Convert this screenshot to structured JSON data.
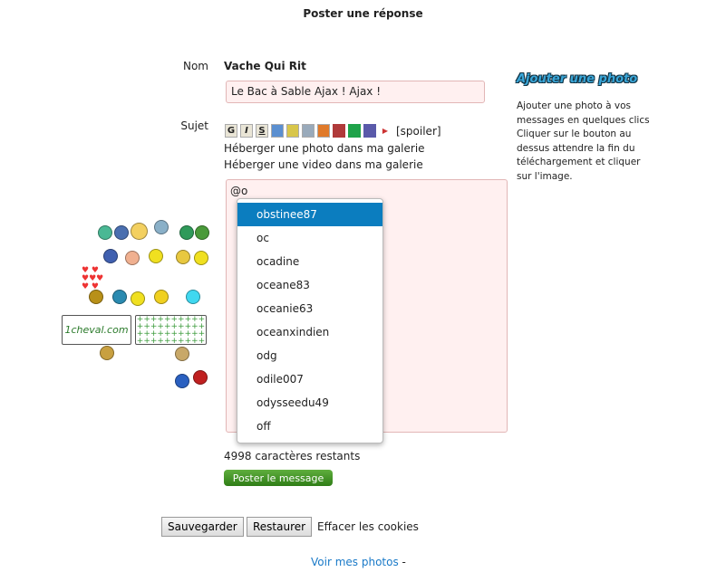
{
  "title": "Poster une réponse",
  "form": {
    "name_label": "Nom",
    "name_value": "Vache Qui Rit",
    "subject_value": "Le Bac à Sable Ajax ! Ajax !",
    "subject_label": "Sujet",
    "toolbar": {
      "bold": "G",
      "italic": "I",
      "strike": "S",
      "spoiler": "[spoiler]",
      "colors": [
        "#b03a3a",
        "#1fa34a",
        "#5a5aaa"
      ]
    },
    "host_photo": "Héberger une photo dans ma galerie",
    "host_video": "Héberger une video dans ma galerie",
    "message_value": "@o",
    "autocomplete": [
      "obstinee87",
      "oc",
      "ocadine",
      "oceane83",
      "oceanie63",
      "oceanxindien",
      "odg",
      "odile007",
      "odysseedu49",
      "off"
    ],
    "chars_left": "4998 caractères restants",
    "post_button": "Poster le message"
  },
  "sidebar": {
    "title": "Ajouter une photo",
    "text": "Ajouter une photo à vos messages en quelques clics Cliquer sur le bouton au dessus attendre la fin du téléchargement et cliquer sur l'image."
  },
  "smileys": {
    "sign_text": "1cheval.com"
  },
  "footer": {
    "save": "Sauvegarder",
    "restore": "Restaurer",
    "clear_cookies": "Effacer les cookies",
    "my_photos": "Voir mes photos",
    "separator": "-"
  }
}
